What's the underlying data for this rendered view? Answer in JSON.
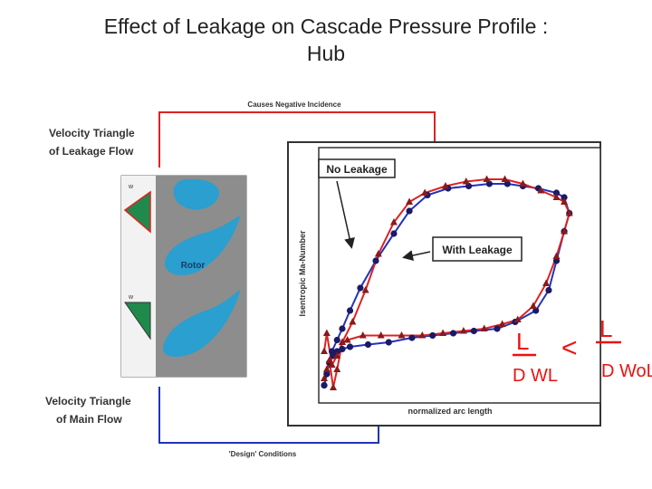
{
  "slide": {
    "title_line1": "Effect of Leakage on Cascade Pressure Profile :",
    "title_line2": "Hub"
  },
  "figure": {
    "top_arrow_label": "Causes Negative Incidence",
    "bottom_arrow_label": "'Design' Conditions",
    "leakage_triangle_label": "Velocity Triangle\nof Leakage Flow",
    "main_triangle_label": "Velocity Triangle\nof Main Flow",
    "rotor_label": "Rotor",
    "colors": {
      "no_leakage": "#2233bb",
      "with_leakage": "#dd2222",
      "blade": "#2a9fd0",
      "triangle": "#1f8a4c",
      "handwriting": "#ee1111"
    }
  },
  "handwriting": {
    "left": {
      "num": "L",
      "den": "D WL"
    },
    "symbol": "<",
    "right": {
      "num": "L",
      "den": "D WoL"
    }
  },
  "chart_data": {
    "type": "line",
    "xlabel": "normalized arc length",
    "ylabel": "Isentropic Ma-Number",
    "series": [
      {
        "name": "No Leakage",
        "color": "#2233bb",
        "marker": "circle",
        "x": [
          0.0,
          0.01,
          0.02,
          0.035,
          0.05,
          0.07,
          0.1,
          0.17,
          0.25,
          0.34,
          0.42,
          0.5,
          0.58,
          0.67,
          0.74,
          0.82,
          0.87,
          0.9,
          0.93,
          0.95,
          0.93,
          0.9,
          0.83,
          0.77,
          0.71,
          0.64,
          0.56,
          0.48,
          0.4,
          0.33,
          0.27,
          0.2,
          0.14,
          0.1,
          0.07,
          0.05,
          0.03,
          0.02,
          0.01,
          0.0
        ],
        "y": [
          0.05,
          0.1,
          0.15,
          0.18,
          0.2,
          0.21,
          0.22,
          0.23,
          0.24,
          0.26,
          0.27,
          0.28,
          0.29,
          0.3,
          0.33,
          0.38,
          0.47,
          0.6,
          0.73,
          0.81,
          0.88,
          0.9,
          0.92,
          0.93,
          0.94,
          0.94,
          0.93,
          0.92,
          0.89,
          0.82,
          0.72,
          0.6,
          0.48,
          0.38,
          0.3,
          0.25,
          0.2,
          0.15,
          0.1,
          0.05
        ]
      },
      {
        "name": "With Leakage",
        "color": "#dd2222",
        "marker": "triangle",
        "x": [
          0.0,
          0.01,
          0.02,
          0.035,
          0.05,
          0.07,
          0.09,
          0.15,
          0.22,
          0.3,
          0.38,
          0.46,
          0.54,
          0.62,
          0.69,
          0.75,
          0.81,
          0.86,
          0.9,
          0.93,
          0.95,
          0.93,
          0.9,
          0.84,
          0.77,
          0.7,
          0.63,
          0.55,
          0.47,
          0.39,
          0.33,
          0.27,
          0.21,
          0.16,
          0.11,
          0.07,
          0.05,
          0.03,
          0.01,
          0.0
        ],
        "y": [
          0.08,
          0.12,
          0.16,
          0.04,
          0.12,
          0.24,
          0.25,
          0.27,
          0.27,
          0.27,
          0.27,
          0.28,
          0.29,
          0.3,
          0.32,
          0.34,
          0.4,
          0.5,
          0.62,
          0.73,
          0.81,
          0.86,
          0.88,
          0.91,
          0.94,
          0.96,
          0.96,
          0.95,
          0.93,
          0.9,
          0.86,
          0.77,
          0.63,
          0.47,
          0.33,
          0.24,
          0.18,
          0.14,
          0.28,
          0.2
        ]
      }
    ],
    "annotations": [
      "No Leakage",
      "With Leakage"
    ],
    "legend": "none",
    "grid": false
  }
}
